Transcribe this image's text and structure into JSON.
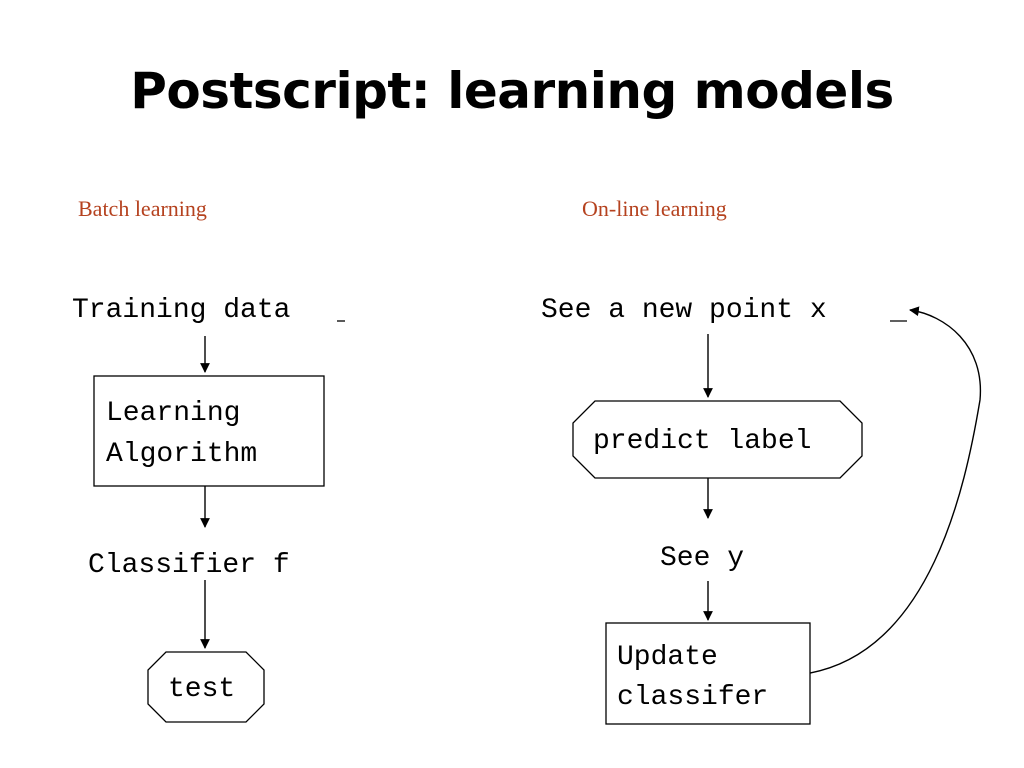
{
  "title": "Postscript: learning models",
  "colors": {
    "section_label": "#b5421f",
    "line": "#000000"
  },
  "batch": {
    "label": "Batch learning",
    "training_data": "Training data",
    "learning_algorithm": [
      "Learning",
      "Algorithm"
    ],
    "classifier": "Classifier f",
    "test": "test"
  },
  "online": {
    "label": "On-line learning",
    "see_point": "See a new point x",
    "predict": "predict label",
    "see_y": "See y",
    "update": [
      "Update",
      "classifer"
    ]
  }
}
